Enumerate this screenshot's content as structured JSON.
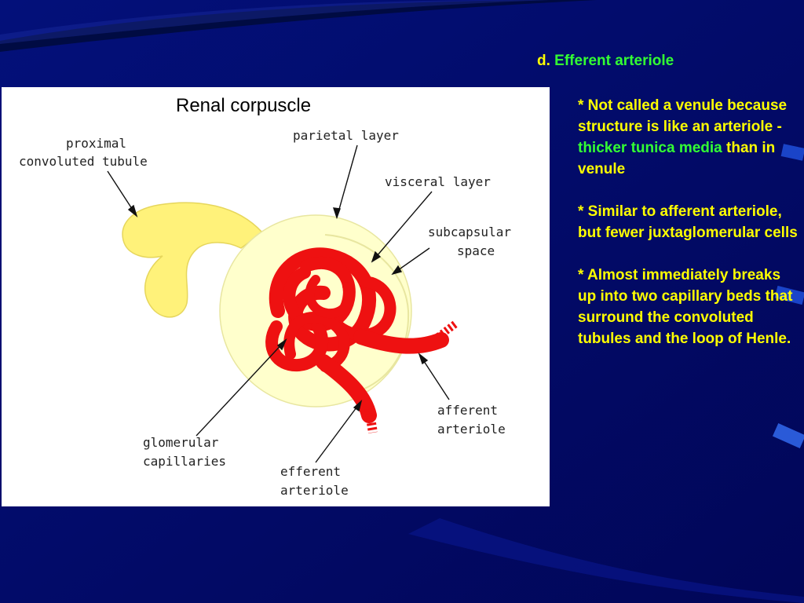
{
  "slide": {
    "heading": {
      "prefix": "d.",
      "title": "Efferent arteriole"
    },
    "notes": [
      {
        "before": "* Not called a venule because structure is like an arteriole - ",
        "highlight": "thicker tunica media",
        "after": " than in venule"
      },
      {
        "text": "* Similar to afferent arteriole, but fewer juxtaglomerular cells"
      },
      {
        "text": "* Almost immediately breaks up into two capillary beds that surround the convoluted tubules and the loop of Henle."
      }
    ],
    "colors": {
      "background": "#020a6e",
      "text": "#ffff00",
      "highlight": "#33ff33"
    }
  },
  "figure": {
    "title": "Renal corpuscle",
    "labels": {
      "proximal_l1": "proximal",
      "proximal_l2": "convoluted tubule",
      "parietal": "parietal layer",
      "visceral": "visceral layer",
      "subcapsular_l1": "subcapsular",
      "subcapsular_l2": "space",
      "glomerular_l1": "glomerular",
      "glomerular_l2": "capillaries",
      "efferent_l1": "efferent",
      "efferent_l2": "arteriole",
      "afferent_l1": "afferent",
      "afferent_l2": "arteriole"
    },
    "colors": {
      "capsule": "#ffffcc",
      "tubule": "#fff27a",
      "vessel": "#ee1111"
    }
  }
}
